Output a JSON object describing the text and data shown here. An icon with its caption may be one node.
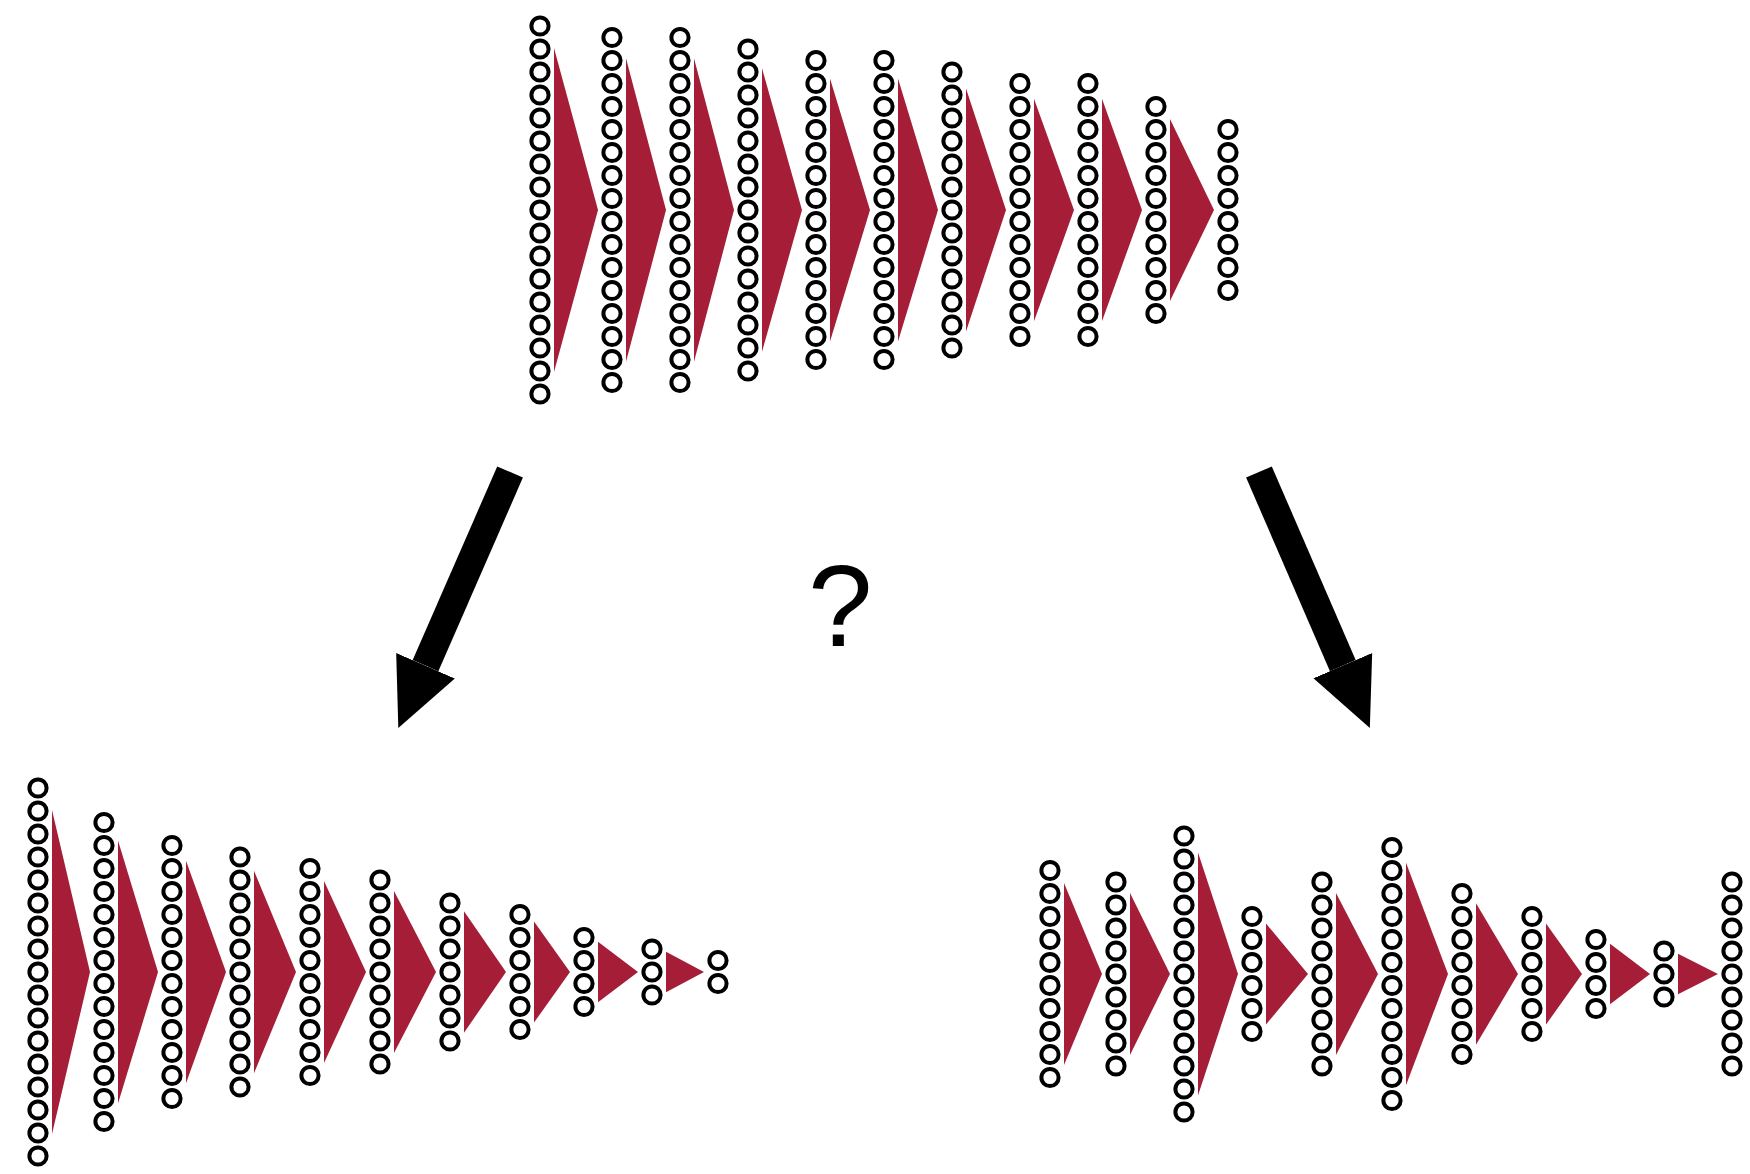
{
  "diagram": {
    "nodes": [
      {
        "text": [],
        "shape": "picture"
      },
      {
        "text": [],
        "shape": "picture"
      },
      {
        "text": [],
        "shape": "picture"
      }
    ],
    "edges": [
      {
        "from": 0,
        "to": 1,
        "arrow": "to"
      },
      {
        "from": 0,
        "to": 2,
        "arrow": "to"
      }
    ],
    "labels": [
      "?"
    ]
  }
}
